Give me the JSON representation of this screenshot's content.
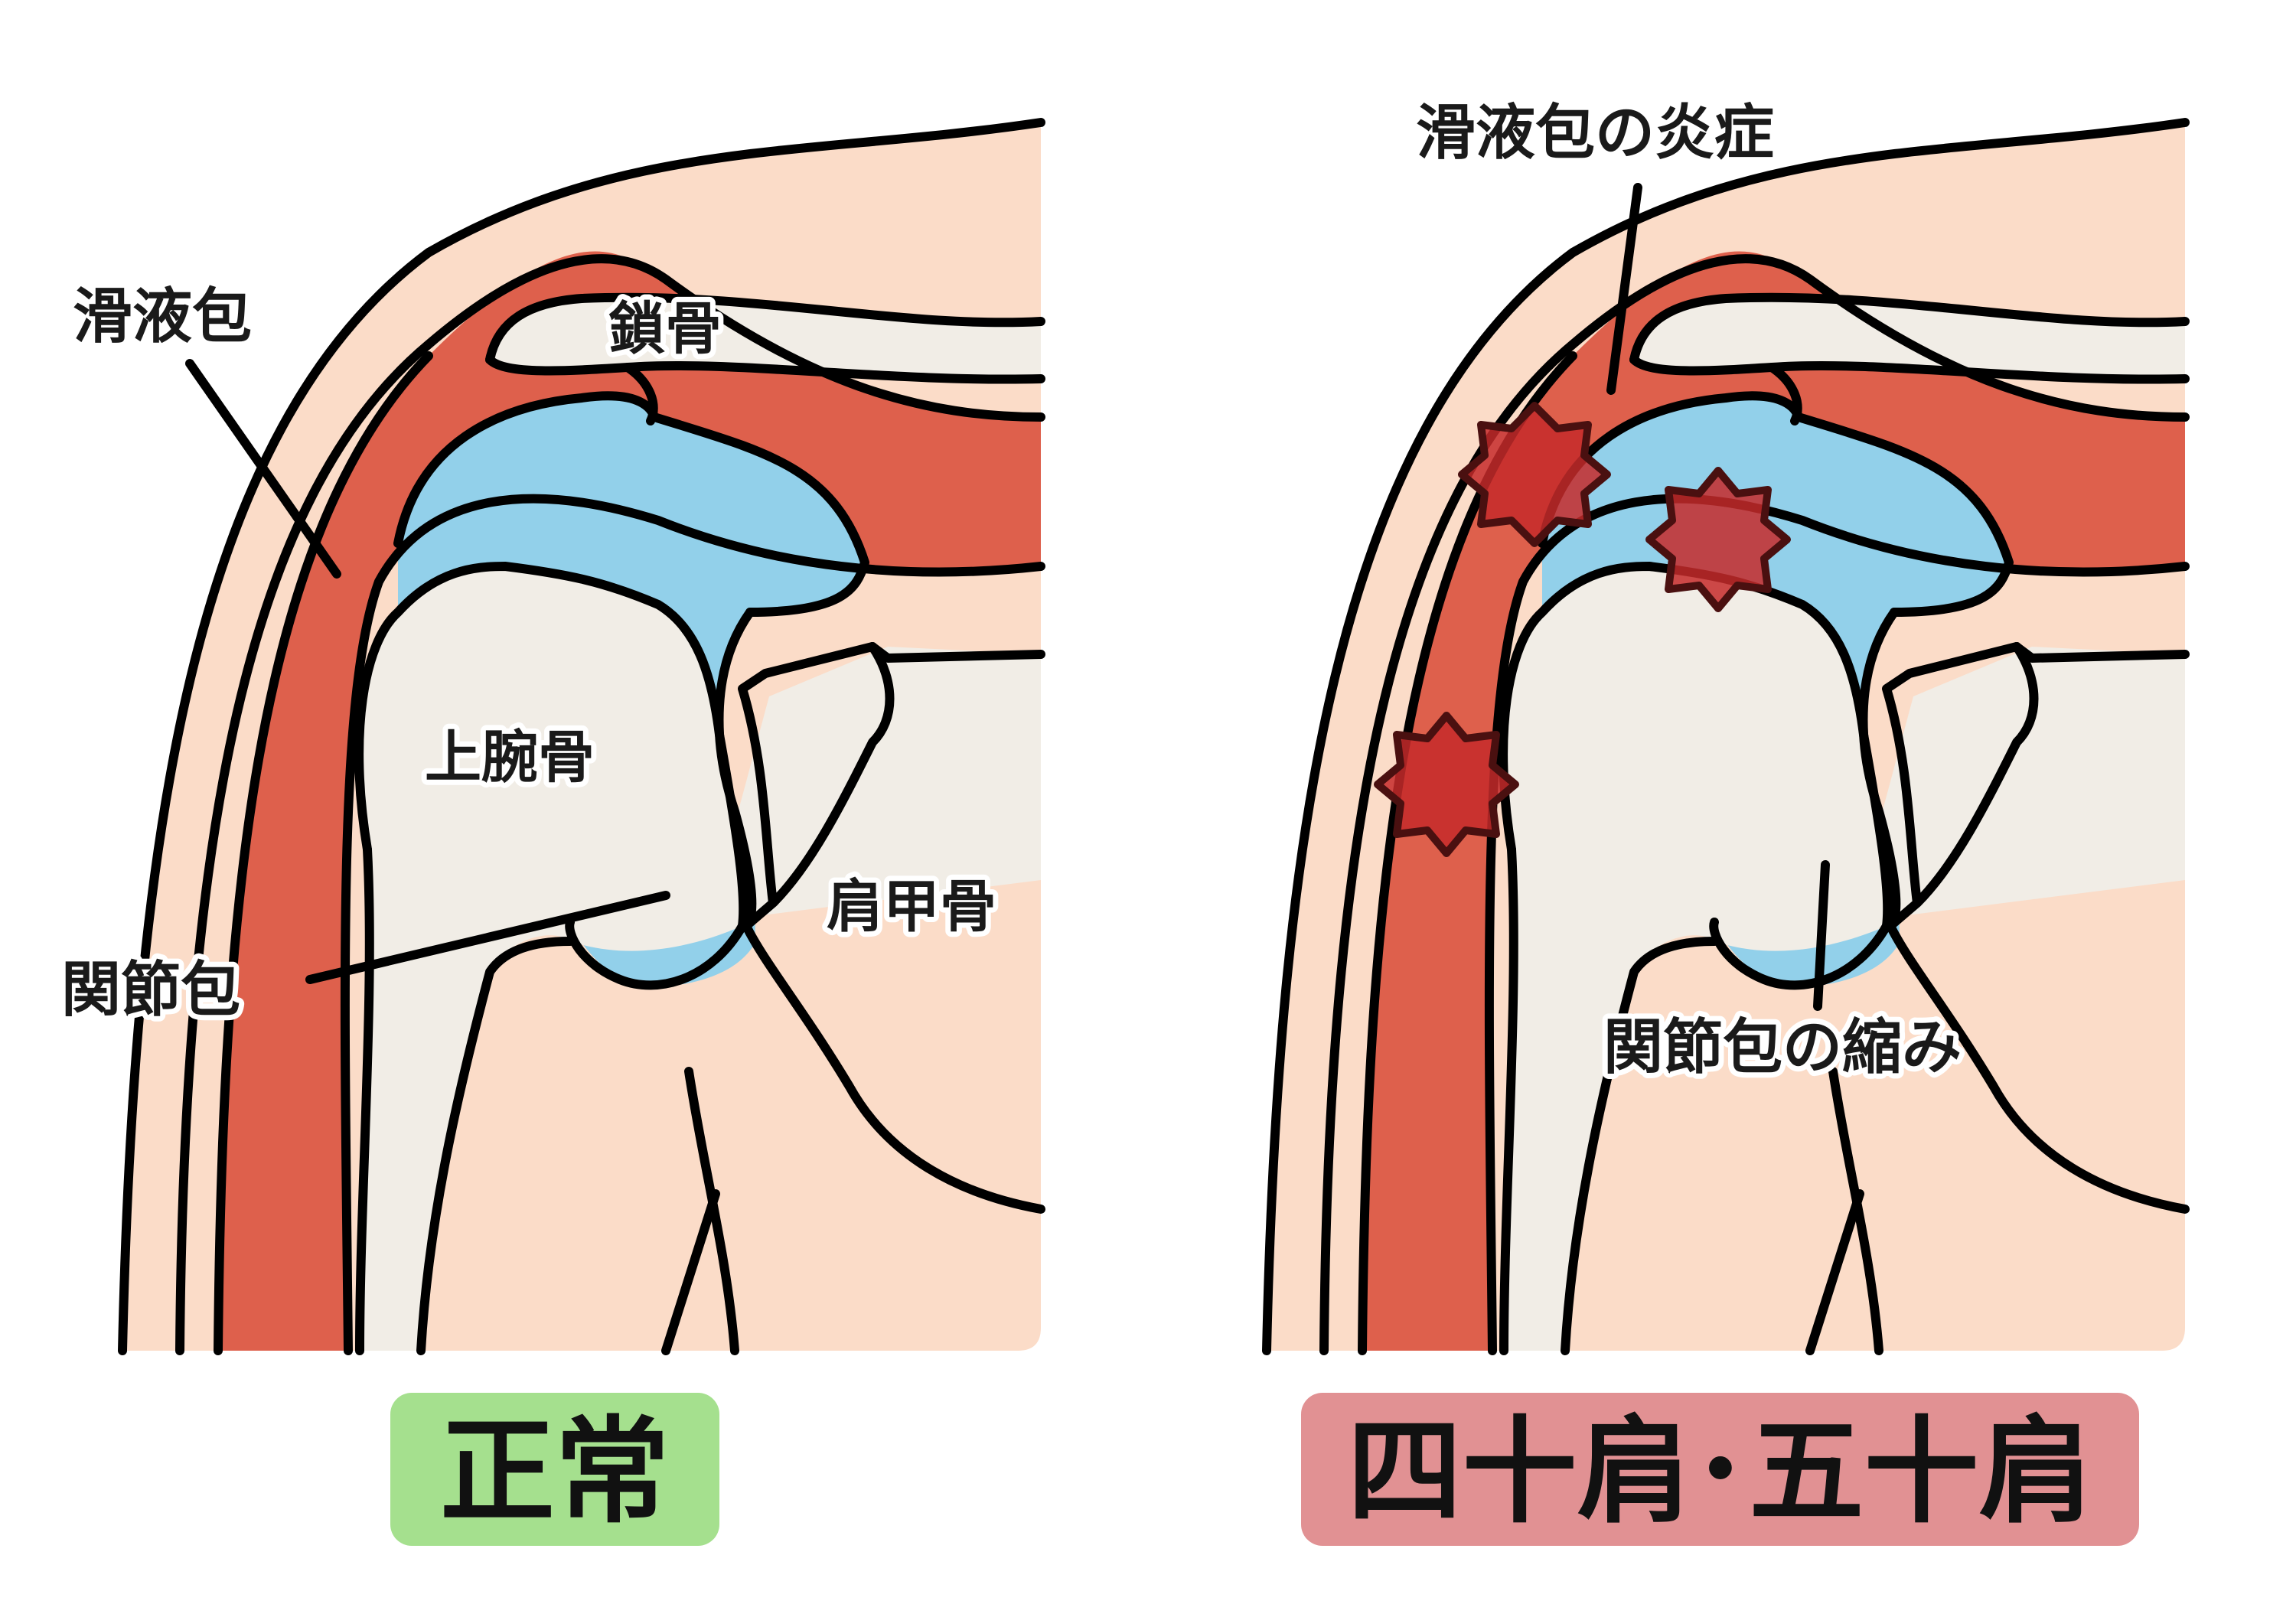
{
  "colors": {
    "skin": "#fbdcc8",
    "muscle": "#de604c",
    "bone": "#f1ede6",
    "bursa": "#92d0ea",
    "inflammation": "#c62a2a",
    "normal_badge": "#a5e08e",
    "frozen_badge": "#e19193",
    "outline": "#000000"
  },
  "panels": {
    "normal": {
      "badge": "正常",
      "labels": {
        "bursa": "滑液包",
        "clavicle": "鎖骨",
        "humerus": "上腕骨",
        "scapula": "肩甲骨",
        "capsule": "関節包"
      }
    },
    "frozen": {
      "badge": "四十肩･五十肩",
      "labels": {
        "bursa_inflammation": "滑液包の炎症",
        "capsule_contraction": "関節包の縮み"
      }
    }
  }
}
